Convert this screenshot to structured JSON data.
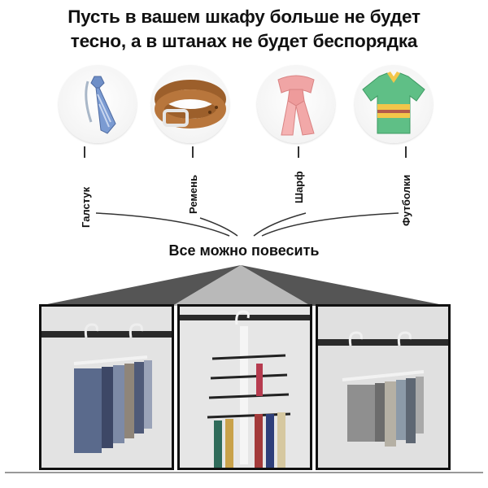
{
  "headline": {
    "line1": "Пусть в вашем шкафу больше не будет",
    "line2": "тесно, а в штанах не будет беспорядка"
  },
  "items": [
    {
      "label": "Галстук",
      "icon": "tie-icon"
    },
    {
      "label": "Ремень",
      "icon": "belt-icon"
    },
    {
      "label": "Шарф",
      "icon": "scarf-icon"
    },
    {
      "label": "Футболки",
      "icon": "polo-shirt-icon"
    }
  ],
  "subtitle": "Все можно повесить",
  "colors": {
    "tie": "#6f8fc7",
    "belt": "#a66a34",
    "scarf": "#f0a5a5",
    "shirt_green": "#5fbf86",
    "shirt_yellow": "#f3c64a"
  },
  "photos": [
    {
      "name": "hanger-with-trousers-photo"
    },
    {
      "name": "hanger-with-ties-photo"
    },
    {
      "name": "hanger-with-scarves-photo"
    }
  ]
}
